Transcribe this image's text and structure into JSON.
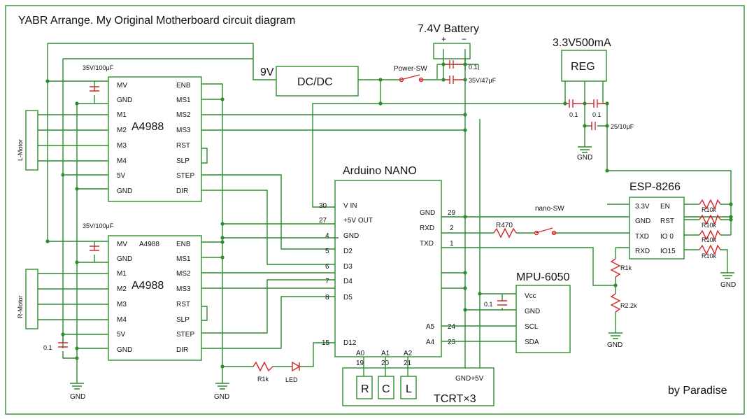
{
  "title": "YABR Arrange.  My Original Motherboard circuit diagram",
  "credit": "by Paradise",
  "battery": {
    "label": "7.4V Battery",
    "plus": "+",
    "minus": "−",
    "cap_small": "0.1",
    "cap_big": "35V/47μF"
  },
  "dcdc": {
    "label": "DC/DC",
    "in_label": "9V"
  },
  "switch": {
    "label": "Power-SW"
  },
  "reg": {
    "title": "3.3V500mA",
    "label": "REG",
    "cap1": "0.1",
    "cap2": "0.1",
    "cap3": "25/10μF",
    "gnd": "GND"
  },
  "driver_top": {
    "label": "A4988",
    "cap": "35V/100μF",
    "left_pins": [
      "MV",
      "GND",
      "M1",
      "M2",
      "M3",
      "M4",
      "5V",
      "GND"
    ],
    "right_pins": [
      "ENB",
      "MS1",
      "MS2",
      "MS3",
      "RST",
      "SLP",
      "STEP",
      "DIR"
    ]
  },
  "driver_bottom": {
    "label": "A4988",
    "small_label": "A4988",
    "cap": "35V/100μF",
    "left_pins": [
      "MV",
      "GND",
      "M1",
      "M2",
      "M3",
      "M4",
      "5V",
      "GND"
    ],
    "right_pins": [
      "ENB",
      "MS1",
      "MS2",
      "MS3",
      "RST",
      "SLP",
      "STEP",
      "DIR"
    ],
    "cap_bottom": "0.1"
  },
  "l_motor": "L-Motor",
  "r_motor": "R-Motor",
  "nano": {
    "label": "Arduino NANO",
    "left_pins": [
      {
        "num": "30",
        "name": "V IN"
      },
      {
        "num": "27",
        "name": "+5V OUT"
      },
      {
        "num": "4",
        "name": "GND"
      },
      {
        "num": "5",
        "name": "D2"
      },
      {
        "num": "6",
        "name": "D3"
      },
      {
        "num": "7",
        "name": "D4"
      },
      {
        "num": "8",
        "name": "D5"
      },
      {
        "num": "15",
        "name": "D12"
      }
    ],
    "right_pins": [
      {
        "num": "29",
        "name": "GND"
      },
      {
        "num": "2",
        "name": "RXD"
      },
      {
        "num": "1",
        "name": "TXD"
      },
      {
        "num": "24",
        "name": "A5"
      },
      {
        "num": "23",
        "name": "A4"
      }
    ],
    "bottom_pins": [
      {
        "name": "A0",
        "num": "19"
      },
      {
        "name": "A1",
        "num": "20"
      },
      {
        "name": "A2",
        "num": "21"
      }
    ]
  },
  "nano_sw": "nano-SW",
  "r470": "R470",
  "esp": {
    "label": "ESP-8266",
    "left_pins": [
      "3.3V",
      "GND",
      "TXD",
      "RXD"
    ],
    "right_pins": [
      "EN",
      "RST",
      "IO 0",
      "IO15"
    ],
    "resistors": [
      "R10k",
      "R10k",
      "R10k",
      "R10k"
    ],
    "gnd": "GND"
  },
  "r1k_esp": "R1k",
  "r22k": "R2.2k",
  "gnd_esp_div": "GND",
  "mpu": {
    "label": "MPU-6050",
    "pins": [
      "Vcc",
      "GND",
      "SCL",
      "SDA"
    ],
    "cap": "0.1"
  },
  "led": {
    "res": "R1k",
    "label": "LED"
  },
  "tcrt": {
    "label": "TCRT×3",
    "cells": [
      "R",
      "C",
      "L"
    ],
    "power": "GND+5V"
  },
  "gnd_labels": [
    "GND",
    "GND"
  ]
}
